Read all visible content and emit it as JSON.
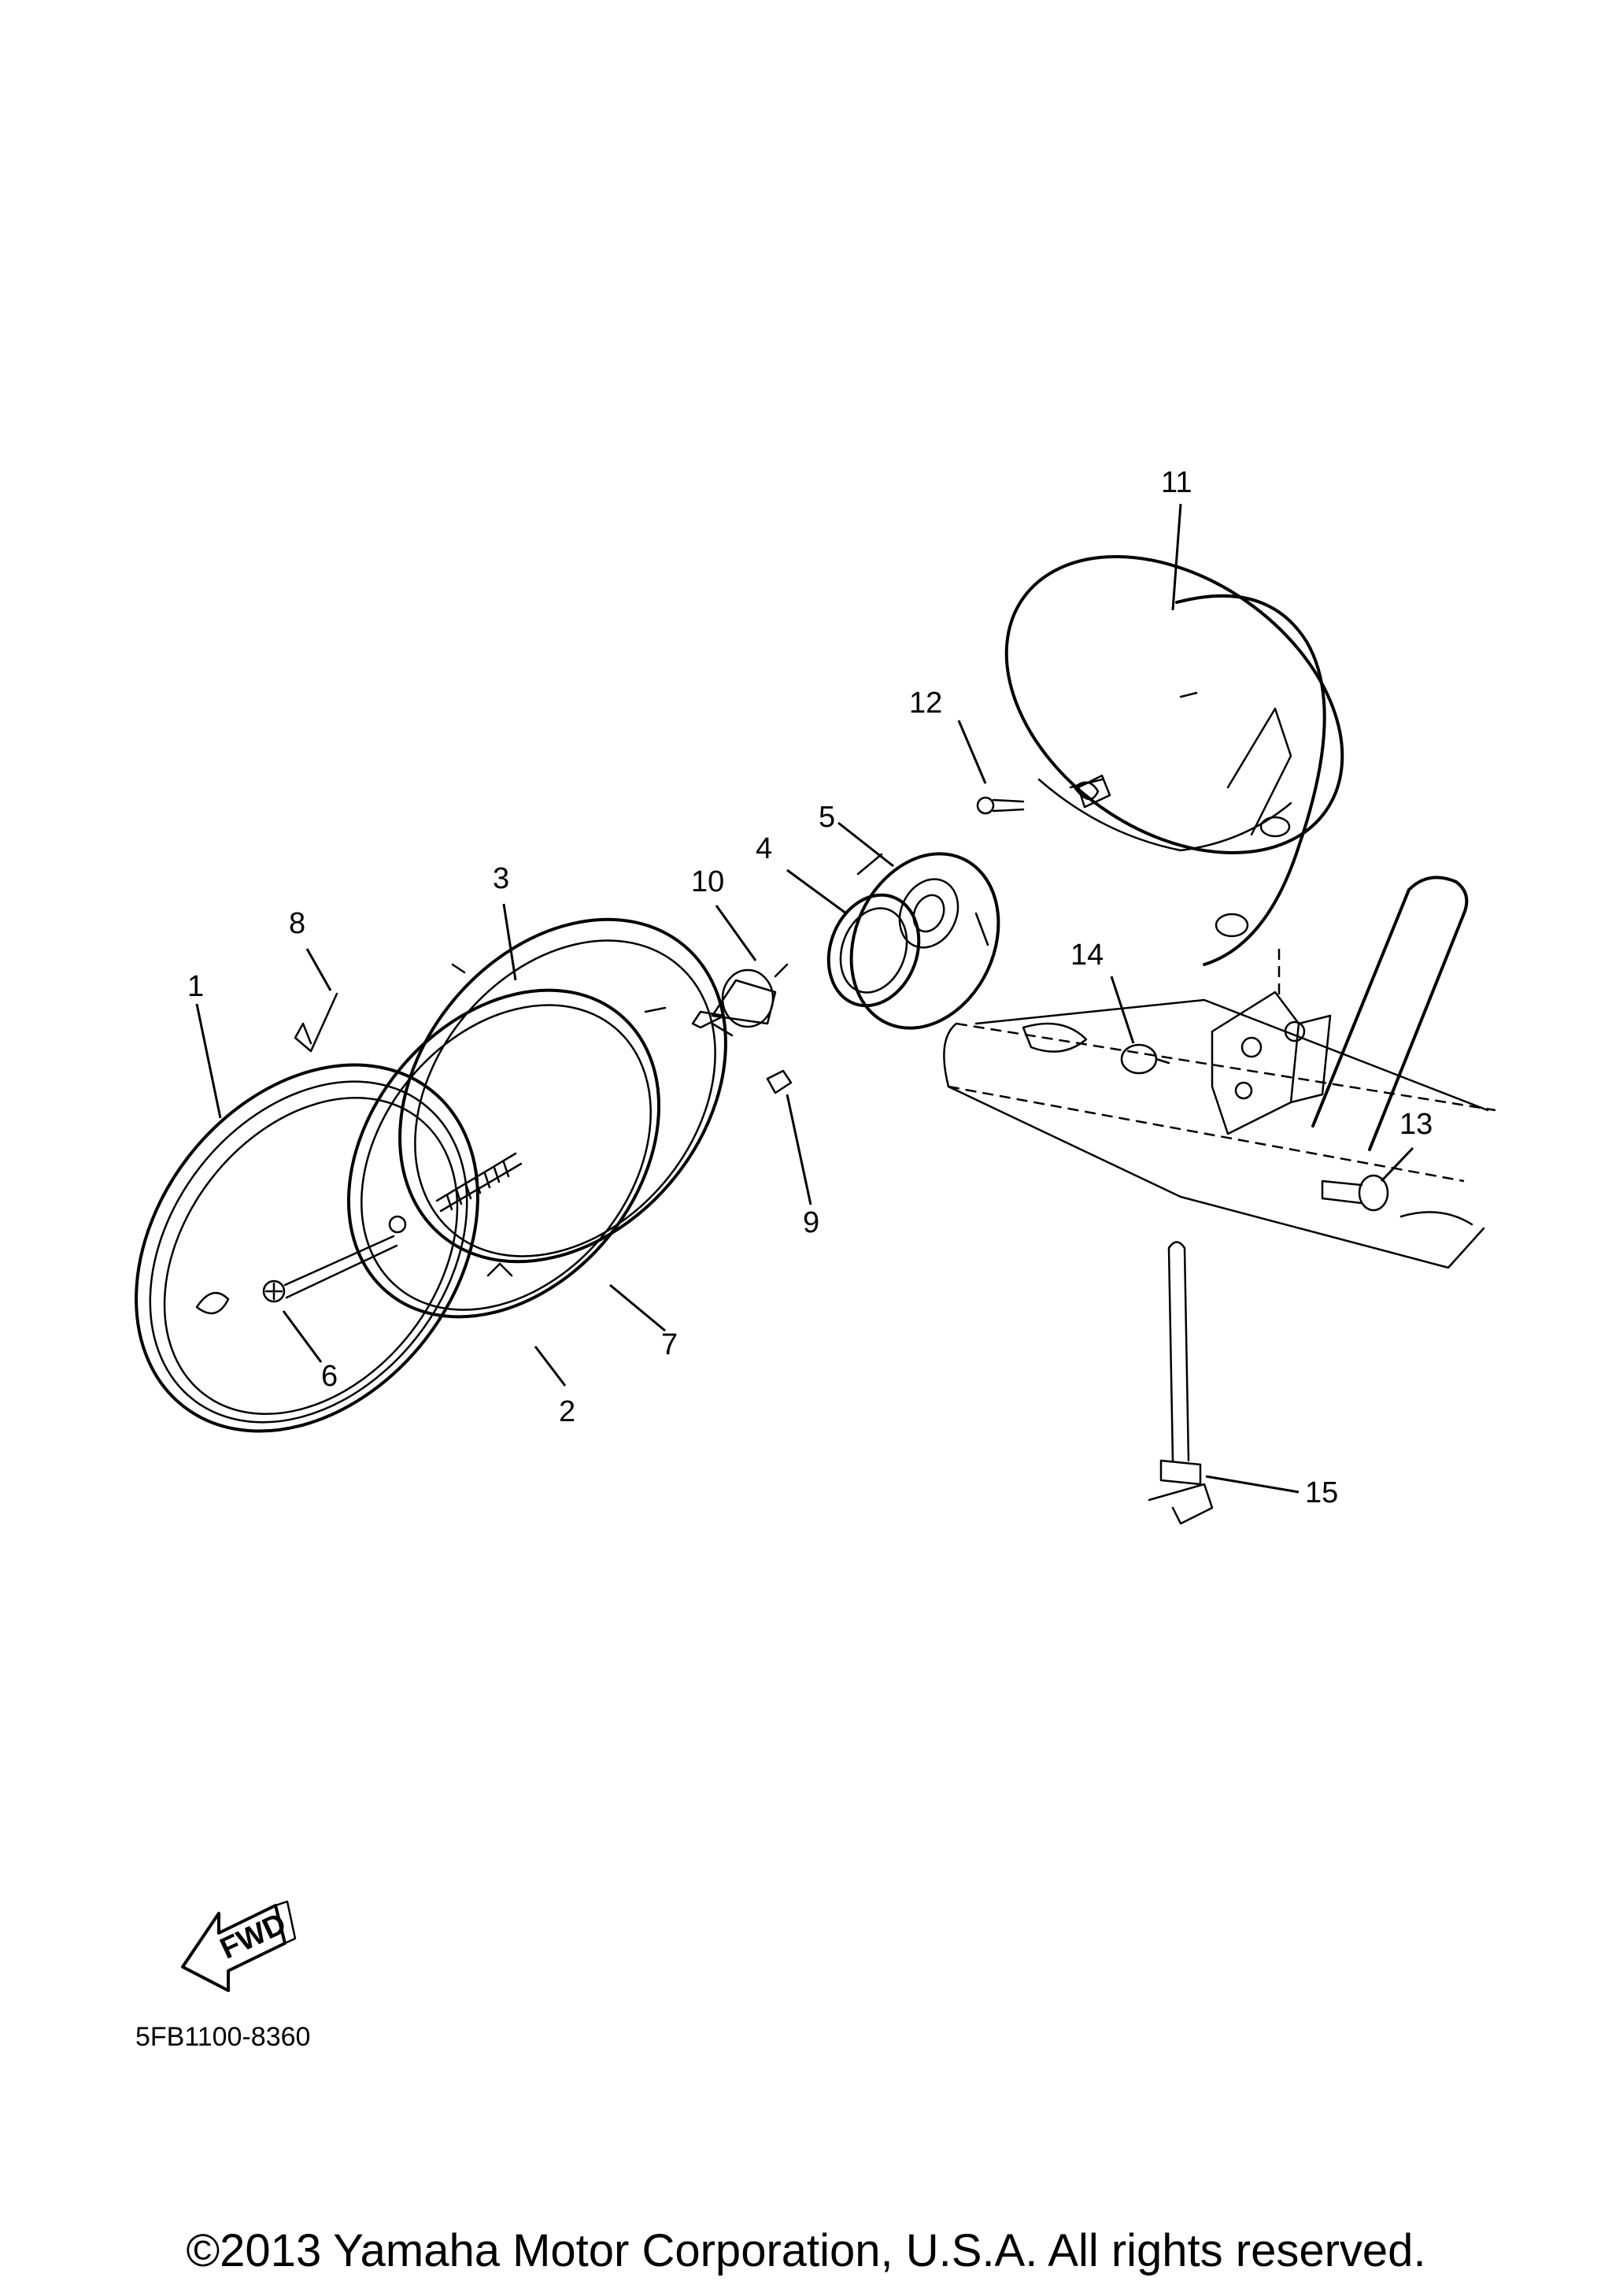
{
  "diagram": {
    "callouts": [
      "1",
      "2",
      "3",
      "4",
      "5",
      "6",
      "7",
      "8",
      "9",
      "10",
      "11",
      "12",
      "13",
      "14",
      "15"
    ],
    "drawing_code": "5FB1100-8360",
    "fwd_label": "FWD",
    "copyright": "©2013 Yamaha Motor Corporation, U.S.A. All rights reserved."
  }
}
